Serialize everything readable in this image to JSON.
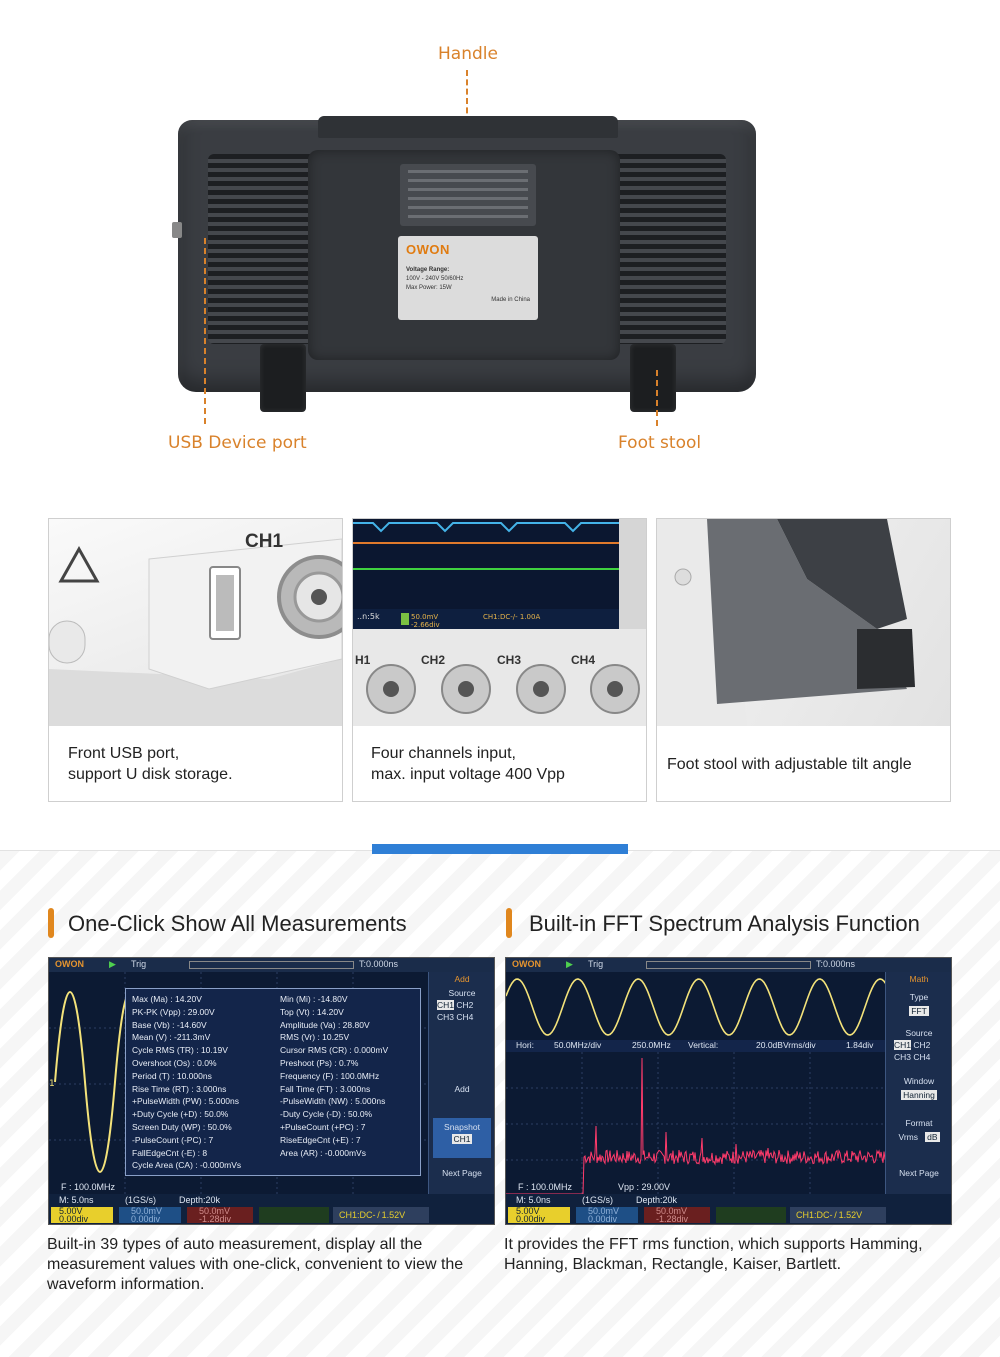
{
  "callouts": {
    "handle": "Handle",
    "usb_port": "USB Device port",
    "foot_stool": "Foot stool"
  },
  "device_label": {
    "brand": "OWON",
    "voltage_title": "Voltage Range:",
    "voltage_value": "100V - 240V   50/60Hz",
    "power": "Max Power:   15W",
    "made_in": "Made in China"
  },
  "features": [
    {
      "line1": "Front USB port,",
      "line2": "support U disk storage.",
      "label": "CH1"
    },
    {
      "line1": "Four channels input,",
      "line2": "max. input voltage 400 Vpp",
      "ch": [
        "H1",
        "CH2",
        "CH3",
        "CH4"
      ]
    },
    {
      "line1": "Foot stool with adjustable tilt angle",
      "line2": ""
    }
  ],
  "measurements_section": {
    "title": "One-Click Show All Measurements",
    "description": "Built-in 39 types of auto measurement, display all the measurement values with one-click, convenient to view the waveform information.",
    "screen": {
      "brand": "OWON",
      "trig": "Trig",
      "time": "T:0.000ns",
      "left_col": [
        "Max (Ma) : 14.20V",
        "PK-PK (Vpp) : 29.00V",
        "Base (Vb) : -14.60V",
        "Mean (V) : -211.3mV",
        "Cycle RMS (TR) : 10.19V",
        "Overshoot (Os) : 0.0%",
        "Period (T) : 10.000ns",
        "Rise Time (RT) : 3.000ns",
        "+PulseWidth (PW) : 5.000ns",
        "+Duty Cycle (+D) : 50.0%",
        "Screen Duty (WP) : 50.0%",
        "-PulseCount (-PC) : 7",
        "FallEdgeCnt (-E) : 8",
        "Cycle Area (CA) : -0.000mVs"
      ],
      "right_col": [
        "Min (Mi) : -14.80V",
        "Top (Vt) : 14.20V",
        "Amplitude (Va) : 28.80V",
        "RMS (Vr) : 10.25V",
        "Cursor RMS (CR) : 0.000mV",
        "Preshoot (Ps) : 0.7%",
        "Frequency (F) : 100.0MHz",
        "Fall Time (FT) : 3.000ns",
        "-PulseWidth (NW) : 5.000ns",
        "-Duty Cycle (-D) : 50.0%",
        "+PulseCount (+PC) : 7",
        "RiseEdgeCnt (+E) : 7",
        "Area (AR) : -0.000mVs"
      ],
      "menu": {
        "title": "Add",
        "source": "Source",
        "src": [
          "CH1",
          "CH2",
          "CH3",
          "CH4"
        ],
        "add": "Add",
        "snapshot": "Snapshot",
        "snap_val": "CH1",
        "next": "Next Page"
      },
      "freq": "F : 100.0MHz",
      "status": {
        "m": "M: 5.0ns",
        "rate": "(1GS/s)",
        "depth": "Depth:20k",
        "ch1_v": "5.00V",
        "ch1_div": "0.00div",
        "ch2_v": "50.0mV",
        "ch2_div": "0.00div",
        "ch3_v": "50.0mV",
        "ch3_div": "-1.28div",
        "trig": "CH1:DC- / 1.52V"
      }
    }
  },
  "fft_section": {
    "title": "Built-in FFT Spectrum Analysis Function",
    "description": "It provides the FFT rms function, which supports Hamming, Hanning, Blackman, Rectangle, Kaiser, Bartlett.",
    "screen": {
      "brand": "OWON",
      "trig": "Trig",
      "time": "T:0.000ns",
      "hori": "Hori:",
      "hori_div": "50.0MHz/div",
      "hori_freq": "250.0MHz",
      "vertical": "Vertical:",
      "vert_div": "20.0dBVrms/div",
      "vert_pos": "1.84div",
      "menu": {
        "title": "Math",
        "type": "Type",
        "type_val": "FFT",
        "source": "Source",
        "src": [
          "CH1",
          "CH2",
          "CH3",
          "CH4"
        ],
        "window": "Window",
        "window_val": "Hanning",
        "format": "Format",
        "format_unit": "Vrms",
        "format_val": "dB",
        "next": "Next Page"
      },
      "freq": "F : 100.0MHz",
      "vpp": "Vpp : 29.00V",
      "status": {
        "m": "M: 5.0ns",
        "rate": "(1GS/s)",
        "depth": "Depth:20k",
        "ch1_v": "5.00V",
        "ch1_div": "0.00div",
        "ch2_v": "50.0mV",
        "ch2_div": "0.00div",
        "ch3_v": "50.0mV",
        "ch3_div": "-1.28div",
        "trig": "CH1:DC- / 1.52V"
      }
    }
  },
  "colors": {
    "accent_orange": "#d9822b",
    "accent_blue": "#2f7fd6",
    "scope_bg": "#0c1a33"
  }
}
